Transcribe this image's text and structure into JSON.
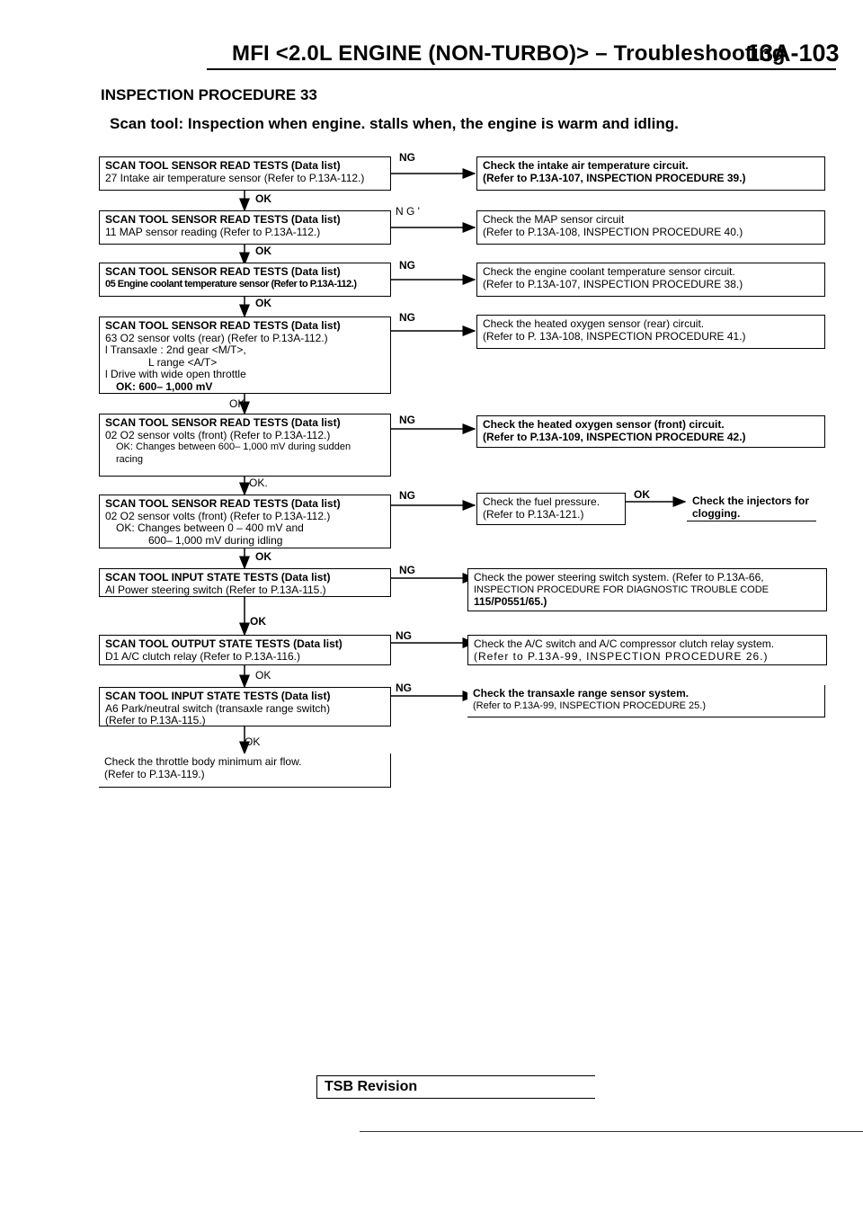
{
  "header": {
    "title": "MFI <2.0L ENGINE (NON-TURBO)> – Troubleshooting",
    "page_number": "13A-103"
  },
  "procedure_title": "INSPECTION PROCEDURE 33",
  "subtitle": "Scan tool: Inspection when engine. stalls when, the engine is warm and idling.",
  "steps": [
    {
      "line1": "SCAN TOOL SENSOR READ TESTS (Data list)",
      "line2": "27 Intake air temperature sensor (Refer to P.13A-112.)",
      "ng_label": "NG",
      "action1": "Check the intake air temperature circuit.",
      "action2": "(Refer to P.13A-107, INSPECTION PROCEDURE 39.)",
      "ok_label": "OK"
    },
    {
      "line1": "SCAN TOOL SENSOR READ TESTS (Data list)",
      "line2": "11 MAP sensor reading (Refer to P.13A-112.)",
      "ng_label": "N G '",
      "action1": "Check the MAP sensor circuit",
      "action2": "(Refer to P.13A-108, INSPECTION PROCEDURE 40.)",
      "ok_label": "OK"
    },
    {
      "line1": "SCAN TOOL SENSOR READ TESTS (Data list)",
      "line2": "05 Engine coolant temperature sensor (Refer to P.13A-112.)",
      "ng_label": "NG",
      "action1": "Check the engine coolant temperature sensor circuit.",
      "action2": "(Refer to P.13A-107, INSPECTION PROCEDURE 38.)",
      "ok_label": "OK"
    },
    {
      "line1": "SCAN TOOL SENSOR READ TESTS (Data list)",
      "line2": "63 O2 sensor volts (rear) (Refer to P.13A-112.)",
      "line3": "l Transaxle : 2nd gear <M/T>,",
      "line4": "L range <A/T>",
      "line5": "l Drive with wide open throttle",
      "line6": "OK: 600– 1,000 mV",
      "ng_label": "NG",
      "action1": "Check the heated oxygen sensor (rear) circuit.",
      "action2": "(Refer to P. 13A-108, INSPECTION PROCEDURE 41.)",
      "ok_label": "OK"
    },
    {
      "line1": "SCAN TOOL SENSOR READ TESTS (Data list)",
      "line2": "02 O2 sensor volts (front) (Refer to P.13A-112.)",
      "line3": "OK: Changes between 600– 1,000 mV during sudden",
      "line4": "racing",
      "ng_label": "NG",
      "action1": "Check the heated oxygen sensor (front) circuit.",
      "action2": "(Refer to P.13A-109, INSPECTION PROCEDURE 42.)",
      "ok_label": "OK."
    },
    {
      "line1": "SCAN TOOL SENSOR READ TESTS (Data list)",
      "line2": "02 O2 sensor volts (front) (Refer to P.13A-112.)",
      "line3": "OK: Changes between 0 – 400 mV and",
      "line4": "600– 1,000 mV during idling",
      "ng_label": "NG",
      "action1": "Check the fuel pressure.",
      "action2": "(Refer to P.13A-121.)",
      "ok2_label": "OK",
      "action3": "Check the injectors for",
      "action4": "clogging.",
      "ok_label": "OK"
    },
    {
      "line1": "SCAN TOOL INPUT STATE TESTS (Data list)",
      "line2": "Al Power steering switch (Refer to P.13A-115.)",
      "ng_label": "NG",
      "action1": "Check the power steering switch system. (Refer to P.13A-66,",
      "action2": "INSPECTION PROCEDURE FOR DIAGNOSTIC TROUBLE CODE",
      "action3": "115/P0551/65.)",
      "ok_label": "OK"
    },
    {
      "line1": "SCAN TOOL OUTPUT STATE TESTS (Data list)",
      "line2": "D1 A/C clutch relay (Refer to P.13A-116.)",
      "ng_label": "NG",
      "action1": "Check the A/C switch and A/C compressor clutch relay system.",
      "action2": "(Refer to P.13A-99, INSPECTION PROCEDURE 26.)",
      "ok_label": "OK"
    },
    {
      "line1": "SCAN TOOL INPUT STATE TESTS (Data list)",
      "line2": "A6 Park/neutral switch (transaxle range switch)",
      "line3": "(Refer to P.13A-115.)",
      "ng_label": "NG",
      "action1": "Check the transaxle range sensor system.",
      "action2": "(Refer to P.13A-99, INSPECTION PROCEDURE 25.)",
      "ok_label": "OK"
    },
    {
      "line1": "Check the throttle body minimum air flow.",
      "line2": "(Refer to P.13A-119.)"
    }
  ],
  "footer": {
    "tsb_label": "TSB Revision"
  }
}
